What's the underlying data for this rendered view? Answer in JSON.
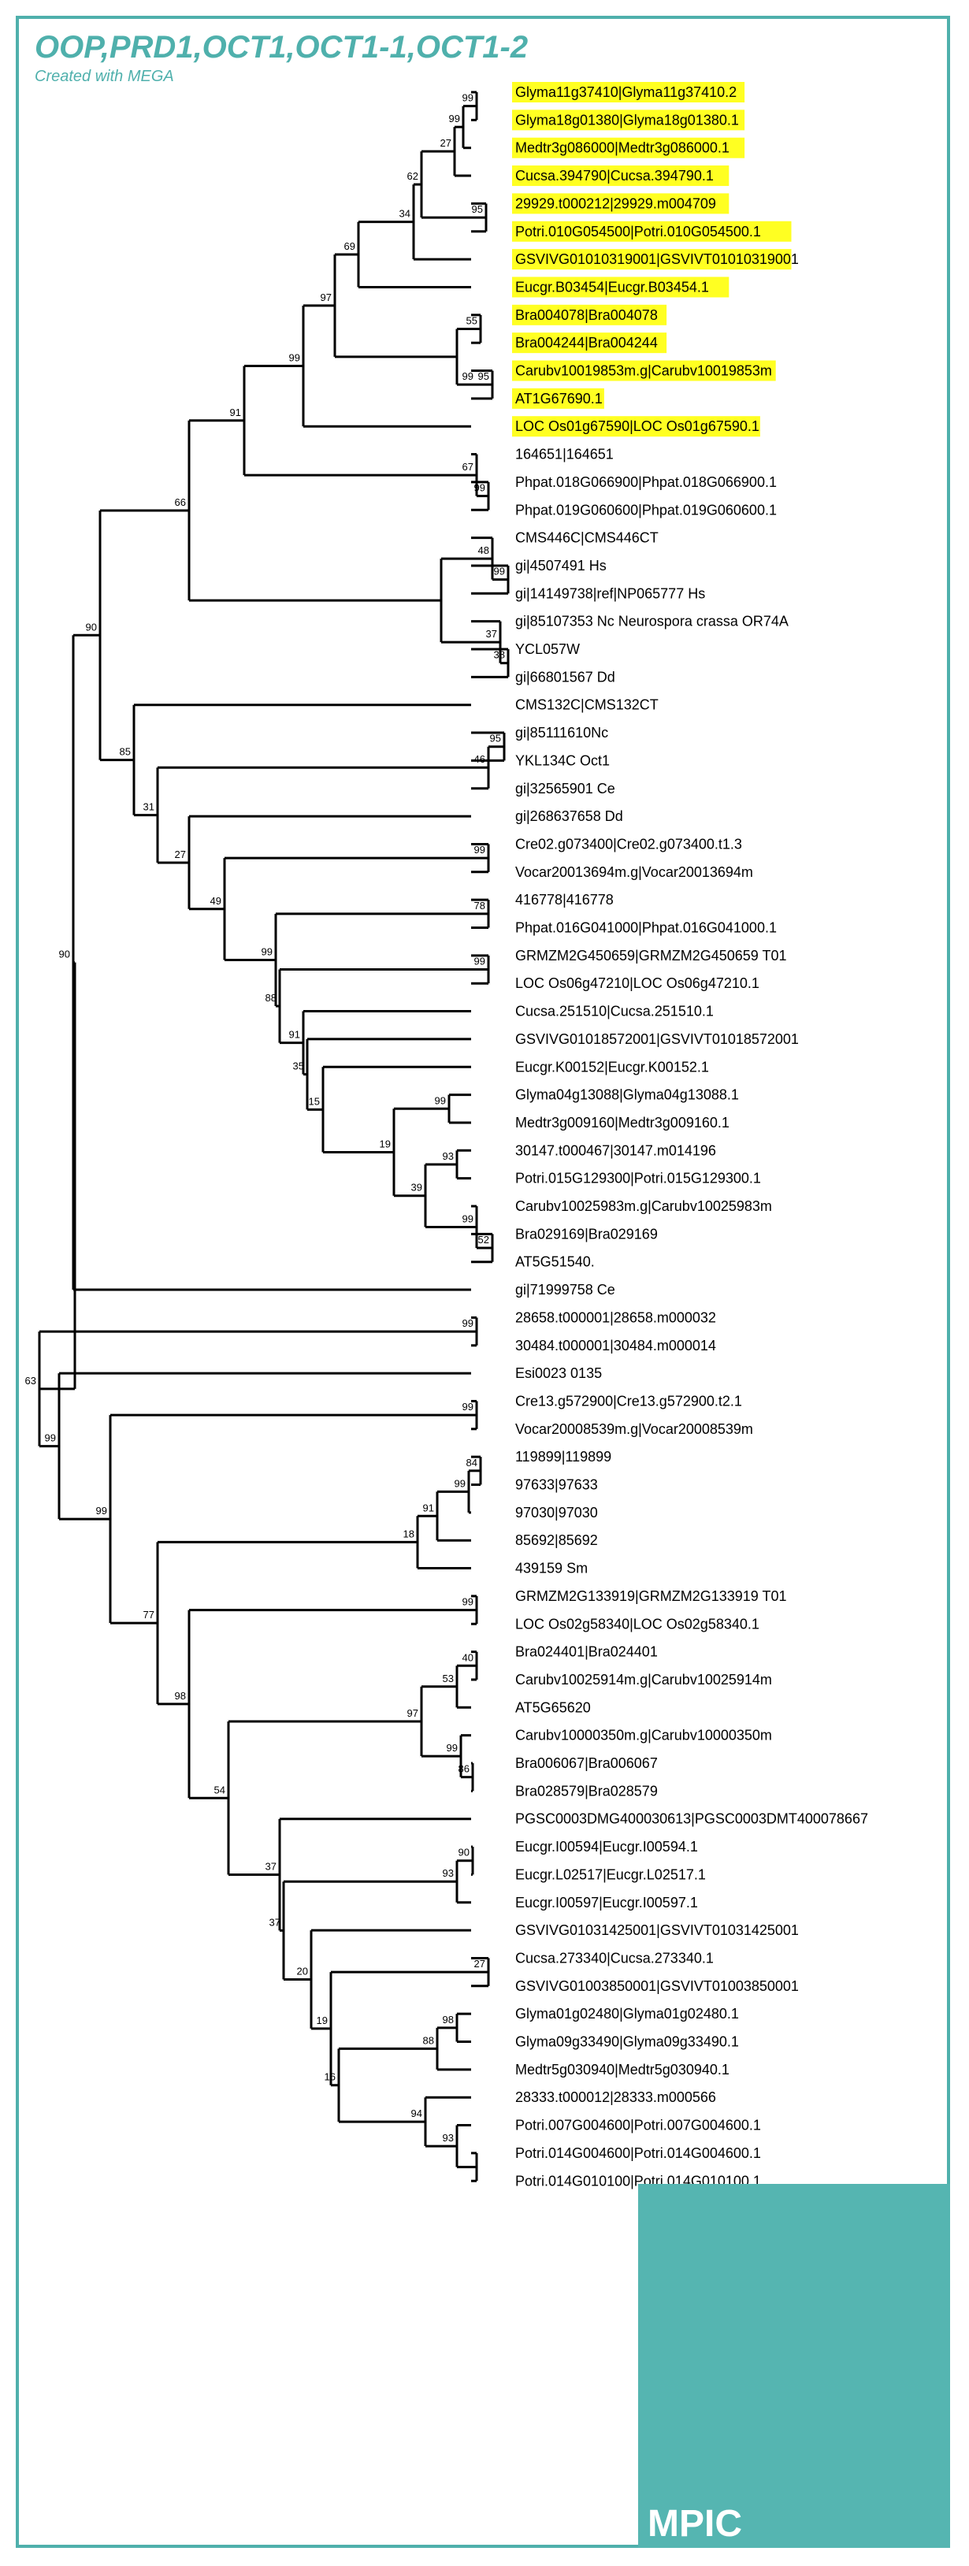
{
  "header": {
    "title": "OOP,PRD1,OCT1,OCT1-1,OCT1-2",
    "subtitle": "Created with MEGA"
  },
  "branding": {
    "logo_text": "MPIC"
  },
  "colors": {
    "accent": "#4fb0ac",
    "highlight": "#ffff22",
    "logo_box": "#55b5b1"
  },
  "leaves": [
    {
      "id": "L0",
      "label": "Glyma11g37410|Glyma11g37410.2",
      "highlight": true
    },
    {
      "id": "L1",
      "label": "Glyma18g01380|Glyma18g01380.1",
      "highlight": true
    },
    {
      "id": "L2",
      "label": "Medtr3g086000|Medtr3g086000.1",
      "highlight": true
    },
    {
      "id": "L3",
      "label": "Cucsa.394790|Cucsa.394790.1",
      "highlight": true
    },
    {
      "id": "L4",
      "label": "29929.t000212|29929.m004709",
      "highlight": true
    },
    {
      "id": "L5",
      "label": "Potri.010G054500|Potri.010G054500.1",
      "highlight": true
    },
    {
      "id": "L6",
      "label": "GSVIVG01010319001|GSVIVT01010319001",
      "highlight": true
    },
    {
      "id": "L7",
      "label": "Eucgr.B03454|Eucgr.B03454.1",
      "highlight": true
    },
    {
      "id": "L8",
      "label": "Bra004078|Bra004078",
      "highlight": true
    },
    {
      "id": "L9",
      "label": "Bra004244|Bra004244",
      "highlight": true
    },
    {
      "id": "L10",
      "label": "Carubv10019853m.g|Carubv10019853m",
      "highlight": true
    },
    {
      "id": "L11",
      "label": "AT1G67690.1",
      "highlight": true
    },
    {
      "id": "L12",
      "label": "LOC Os01g67590|LOC Os01g67590.1",
      "highlight": true
    },
    {
      "id": "L13",
      "label": "164651|164651",
      "highlight": false
    },
    {
      "id": "L14",
      "label": "Phpat.018G066900|Phpat.018G066900.1",
      "highlight": false
    },
    {
      "id": "L15",
      "label": "Phpat.019G060600|Phpat.019G060600.1",
      "highlight": false
    },
    {
      "id": "L16",
      "label": "CMS446C|CMS446CT",
      "highlight": false
    },
    {
      "id": "L17",
      "label": "gi|4507491 Hs",
      "highlight": false
    },
    {
      "id": "L18",
      "label": "gi|14149738|ref|NP065777 Hs",
      "highlight": false
    },
    {
      "id": "L19",
      "label": "gi|85107353 Nc Neurospora crassa OR74A",
      "highlight": false
    },
    {
      "id": "L20",
      "label": "YCL057W",
      "highlight": false
    },
    {
      "id": "L21",
      "label": "gi|66801567 Dd",
      "highlight": false
    },
    {
      "id": "L22",
      "label": "CMS132C|CMS132CT",
      "highlight": false
    },
    {
      "id": "L23",
      "label": "gi|85111610Nc",
      "highlight": false
    },
    {
      "id": "L24",
      "label": "YKL134C Oct1",
      "highlight": false
    },
    {
      "id": "L25",
      "label": "gi|32565901 Ce",
      "highlight": false
    },
    {
      "id": "L26",
      "label": "gi|268637658 Dd",
      "highlight": false
    },
    {
      "id": "L27",
      "label": "Cre02.g073400|Cre02.g073400.t1.3",
      "highlight": false
    },
    {
      "id": "L28",
      "label": "Vocar20013694m.g|Vocar20013694m",
      "highlight": false
    },
    {
      "id": "L29",
      "label": "416778|416778",
      "highlight": false
    },
    {
      "id": "L30",
      "label": "Phpat.016G041000|Phpat.016G041000.1",
      "highlight": false
    },
    {
      "id": "L31",
      "label": "GRMZM2G450659|GRMZM2G450659 T01",
      "highlight": false
    },
    {
      "id": "L32",
      "label": "LOC Os06g47210|LOC Os06g47210.1",
      "highlight": false
    },
    {
      "id": "L33",
      "label": "Cucsa.251510|Cucsa.251510.1",
      "highlight": false
    },
    {
      "id": "L34",
      "label": "GSVIVG01018572001|GSVIVT01018572001",
      "highlight": false
    },
    {
      "id": "L35",
      "label": "Eucgr.K00152|Eucgr.K00152.1",
      "highlight": false
    },
    {
      "id": "L36",
      "label": "Glyma04g13088|Glyma04g13088.1",
      "highlight": false
    },
    {
      "id": "L37",
      "label": "Medtr3g009160|Medtr3g009160.1",
      "highlight": false
    },
    {
      "id": "L38",
      "label": "30147.t000467|30147.m014196",
      "highlight": false
    },
    {
      "id": "L39",
      "label": "Potri.015G129300|Potri.015G129300.1",
      "highlight": false
    },
    {
      "id": "L40",
      "label": "Carubv10025983m.g|Carubv10025983m",
      "highlight": false
    },
    {
      "id": "L41",
      "label": "Bra029169|Bra029169",
      "highlight": false
    },
    {
      "id": "L42",
      "label": "AT5G51540.",
      "highlight": false
    },
    {
      "id": "L43",
      "label": "gi|71999758 Ce",
      "highlight": false
    },
    {
      "id": "L44",
      "label": "28658.t000001|28658.m000032",
      "highlight": false
    },
    {
      "id": "L45",
      "label": "30484.t000001|30484.m000014",
      "highlight": false
    },
    {
      "id": "L46",
      "label": "Esi0023 0135",
      "highlight": false
    },
    {
      "id": "L47",
      "label": "Cre13.g572900|Cre13.g572900.t2.1",
      "highlight": false
    },
    {
      "id": "L48",
      "label": "Vocar20008539m.g|Vocar20008539m",
      "highlight": false
    },
    {
      "id": "L49",
      "label": "119899|119899",
      "highlight": false
    },
    {
      "id": "L50",
      "label": "97633|97633",
      "highlight": false
    },
    {
      "id": "L51",
      "label": "97030|97030",
      "highlight": false
    },
    {
      "id": "L52",
      "label": "85692|85692",
      "highlight": false
    },
    {
      "id": "L53",
      "label": "439159 Sm",
      "highlight": false
    },
    {
      "id": "L54",
      "label": "GRMZM2G133919|GRMZM2G133919 T01",
      "highlight": false
    },
    {
      "id": "L55",
      "label": "LOC Os02g58340|LOC Os02g58340.1",
      "highlight": false
    },
    {
      "id": "L56",
      "label": "Bra024401|Bra024401",
      "highlight": false
    },
    {
      "id": "L57",
      "label": "Carubv10025914m.g|Carubv10025914m",
      "highlight": false
    },
    {
      "id": "L58",
      "label": "AT5G65620",
      "highlight": false
    },
    {
      "id": "L59",
      "label": "Carubv10000350m.g|Carubv10000350m",
      "highlight": false
    },
    {
      "id": "L60",
      "label": "Bra006067|Bra006067",
      "highlight": false
    },
    {
      "id": "L61",
      "label": "Bra028579|Bra028579",
      "highlight": false
    },
    {
      "id": "L62",
      "label": "PGSC0003DMG400030613|PGSC0003DMT400078667",
      "highlight": false
    },
    {
      "id": "L63",
      "label": "Eucgr.I00594|Eucgr.I00594.1",
      "highlight": false
    },
    {
      "id": "L64",
      "label": "Eucgr.L02517|Eucgr.L02517.1",
      "highlight": false
    },
    {
      "id": "L65",
      "label": "Eucgr.I00597|Eucgr.I00597.1",
      "highlight": false
    },
    {
      "id": "L66",
      "label": "GSVIVG01031425001|GSVIVT01031425001",
      "highlight": false
    },
    {
      "id": "L67",
      "label": "Cucsa.273340|Cucsa.273340.1",
      "highlight": false
    },
    {
      "id": "L68",
      "label": "GSVIVG01003850001|GSVIVT01003850001",
      "highlight": false
    },
    {
      "id": "L69",
      "label": "Glyma01g02480|Glyma01g02480.1",
      "highlight": false
    },
    {
      "id": "L70",
      "label": "Glyma09g33490|Glyma09g33490.1",
      "highlight": false
    },
    {
      "id": "L71",
      "label": "Medtr5g030940|Medtr5g030940.1",
      "highlight": false
    },
    {
      "id": "L72",
      "label": "28333.t000012|28333.m000566",
      "highlight": false
    },
    {
      "id": "L73",
      "label": "Potri.007G004600|Potri.007G004600.1",
      "highlight": false
    },
    {
      "id": "L74",
      "label": "Potri.014G004600|Potri.014G004600.1",
      "highlight": false
    },
    {
      "id": "L75",
      "label": "Potri.014G010100|Potri.014G010100.1",
      "highlight": false
    }
  ],
  "bootstrap": {
    "N_0_1": "99",
    "N_0_2": "99",
    "N_0_3": "27",
    "N_0_4": "62",
    "N_4_5": "95",
    "N_0_5": "34",
    "N_0_6": "69",
    "N_0_7": "97",
    "N_8_9": "55",
    "N_10_11": "95",
    "N_10_11b": "99",
    "N_0_11": "99",
    "N_0_12": "91",
    "N_14_15": "99",
    "N_13_15": "67",
    "N_0_15": "66",
    "N_17_18": "99",
    "N_16_18": "48",
    "N_20_21": "38",
    "N_19_21": "37",
    "N_0_21": "90",
    "N_23_24": "95",
    "N_23_25": "46",
    "N_27_28": "99",
    "N_29_30": "78",
    "N_31_32": "99",
    "N_36_37": "99",
    "N_38_39": "93",
    "N_41_42": "52",
    "N_40_42": "99",
    "N_38_42": "39",
    "N_36_42": "19",
    "N_35_42": "15",
    "N_34_42": "35",
    "N_33_42": "91",
    "N_31_42": "88",
    "N_29_42": "99",
    "N_27_42": "49",
    "N_26_42": "27",
    "N_23_42": "31",
    "N_22_42": "85",
    "N_0_42": "90",
    "N_44_45": "99",
    "N_47_48": "99",
    "N_49_50": "84",
    "N_49_51": "99",
    "N_49_52": "91",
    "N_49_53": "18",
    "N_54_55": "99",
    "N_56_57": "40",
    "N_56_58": "53",
    "N_60_61": "86",
    "N_59_61": "99",
    "N_56_61": "97",
    "N_63_64": "90",
    "N_63_65": "93",
    "N_67_68": "27",
    "N_69_70": "98",
    "N_69_71": "88",
    "N_74_75": "93",
    "N_73_75": "94",
    "N_72_75": "16",
    "N_69_75": "19",
    "N_67_75": "20",
    "N_66_75": "37",
    "N_63_75": "37",
    "N_62_75": "54",
    "N_56_75": "98",
    "N_54_75": "77",
    "N_49_75": "99",
    "N_46_75": "99",
    "N_44_75": "63"
  }
}
